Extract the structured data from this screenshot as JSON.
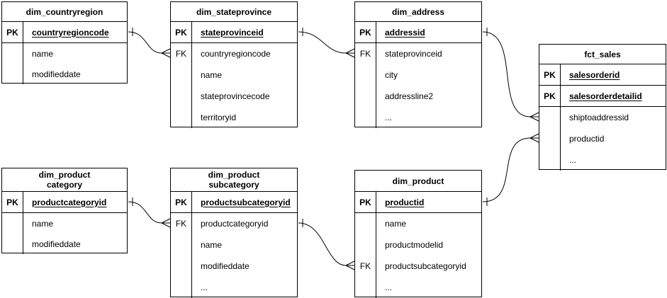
{
  "colors": {
    "line": "#000000",
    "text": "#000000",
    "background": "#ffffff"
  },
  "diagram": {
    "entities": [
      {
        "title": "dim_countryregion",
        "rows": [
          {
            "key": "PK",
            "name": "countryregioncode"
          },
          {
            "key": "",
            "name": "name"
          },
          {
            "key": "",
            "name": "modifieddate"
          }
        ]
      },
      {
        "title": "dim_stateprovince",
        "rows": [
          {
            "key": "PK",
            "name": "stateprovinceid"
          },
          {
            "key": "FK",
            "name": "countryregioncode"
          },
          {
            "key": "",
            "name": "name"
          },
          {
            "key": "",
            "name": "stateprovincecode"
          },
          {
            "key": "",
            "name": "territoryid"
          }
        ]
      },
      {
        "title": "dim_address",
        "rows": [
          {
            "key": "PK",
            "name": "addressid"
          },
          {
            "key": "FK",
            "name": "stateprovinceid"
          },
          {
            "key": "",
            "name": "city"
          },
          {
            "key": "",
            "name": "addressline2"
          },
          {
            "key": "",
            "name": "..."
          }
        ]
      },
      {
        "title": "fct_sales",
        "rows": [
          {
            "key": "PK",
            "name": "salesorderid"
          },
          {
            "key": "PK",
            "name": "salesorderdetailid"
          },
          {
            "key": "",
            "name": "shiptoaddressid"
          },
          {
            "key": "",
            "name": "productid"
          },
          {
            "key": "",
            "name": "..."
          }
        ]
      },
      {
        "title": "dim_product\ncategory",
        "rows": [
          {
            "key": "PK",
            "name": "productcategoryid"
          },
          {
            "key": "",
            "name": "name"
          },
          {
            "key": "",
            "name": "modifieddate"
          }
        ]
      },
      {
        "title": "dim_product\nsubcategory",
        "rows": [
          {
            "key": "PK",
            "name": "productsubcategoryid"
          },
          {
            "key": "FK",
            "name": "productcategoryid"
          },
          {
            "key": "",
            "name": "name"
          },
          {
            "key": "",
            "name": "modifieddate"
          },
          {
            "key": "",
            "name": "..."
          }
        ]
      },
      {
        "title": "dim_product",
        "rows": [
          {
            "key": "PK",
            "name": "productid"
          },
          {
            "key": "",
            "name": "name"
          },
          {
            "key": "",
            "name": "productmodelid"
          },
          {
            "key": "FK",
            "name": "productsubcategoryid"
          },
          {
            "key": "",
            "name": "..."
          }
        ]
      }
    ],
    "relationships": [
      {
        "from_entity": "dim_countryregion",
        "from_field": "countryregioncode",
        "to_entity": "dim_stateprovince",
        "to_field": "countryregioncode",
        "cardinality": "one-to-many"
      },
      {
        "from_entity": "dim_stateprovince",
        "from_field": "stateprovinceid",
        "to_entity": "dim_address",
        "to_field": "stateprovinceid",
        "cardinality": "one-to-many"
      },
      {
        "from_entity": "dim_address",
        "from_field": "addressid",
        "to_entity": "fct_sales",
        "to_field": "shiptoaddressid",
        "cardinality": "one-to-many"
      },
      {
        "from_entity": "dim_product",
        "from_field": "productid",
        "to_entity": "fct_sales",
        "to_field": "productid",
        "cardinality": "one-to-many"
      },
      {
        "from_entity": "dim_productcategory",
        "from_field": "productcategoryid",
        "to_entity": "dim_productsubcategory",
        "to_field": "productcategoryid",
        "cardinality": "one-to-many"
      },
      {
        "from_entity": "dim_productsubcategory",
        "from_field": "productsubcategoryid",
        "to_entity": "dim_product",
        "to_field": "productsubcategoryid",
        "cardinality": "one-to-many"
      }
    ]
  }
}
